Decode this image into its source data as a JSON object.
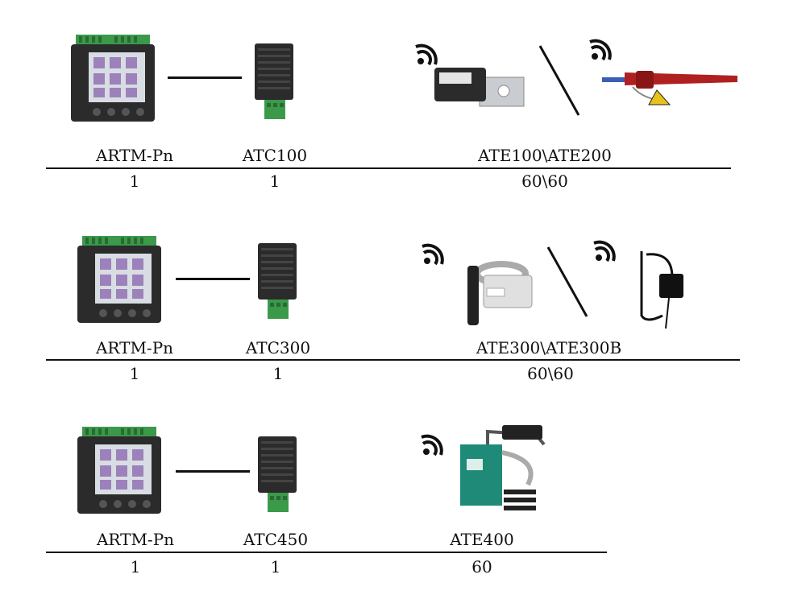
{
  "rows": [
    {
      "host": {
        "name": "ARTM-Pn",
        "qty": "1"
      },
      "collector": {
        "name": "ATC100",
        "qty": "1"
      },
      "sensor": {
        "name": "ATE100\\ATE200",
        "qty": "60\\60"
      }
    },
    {
      "host": {
        "name": "ARTM-Pn",
        "qty": "1"
      },
      "collector": {
        "name": "ATC300",
        "qty": "1"
      },
      "sensor": {
        "name": "ATE300\\ATE300B",
        "qty": "60\\60"
      }
    },
    {
      "host": {
        "name": "ARTM-Pn",
        "qty": "1"
      },
      "collector": {
        "name": "ATC450",
        "qty": "1"
      },
      "sensor": {
        "name": "ATE400",
        "qty": "60"
      }
    }
  ],
  "colors": {
    "line": "#111111",
    "device_body": "#2b2b2b",
    "terminal_green": "#3a9a4a",
    "ate200_red": "#b02020",
    "ate400_teal": "#1f8a78"
  },
  "icons": [
    "meter-device-icon",
    "collector-module-icon",
    "wireless-signal-icon",
    "temperature-sensor-icon"
  ]
}
